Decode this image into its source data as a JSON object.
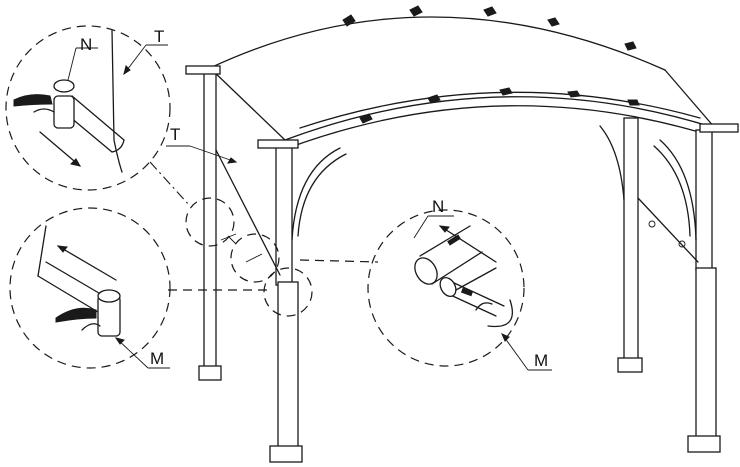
{
  "callouts": {
    "top_left": {
      "n": "N",
      "t": "T"
    },
    "main": {
      "t": "T"
    },
    "bottom_left": {
      "m": "M"
    },
    "right": {
      "n": "N",
      "m": "M"
    }
  },
  "colors": {
    "line": "#1a1a1a",
    "background": "#ffffff"
  }
}
